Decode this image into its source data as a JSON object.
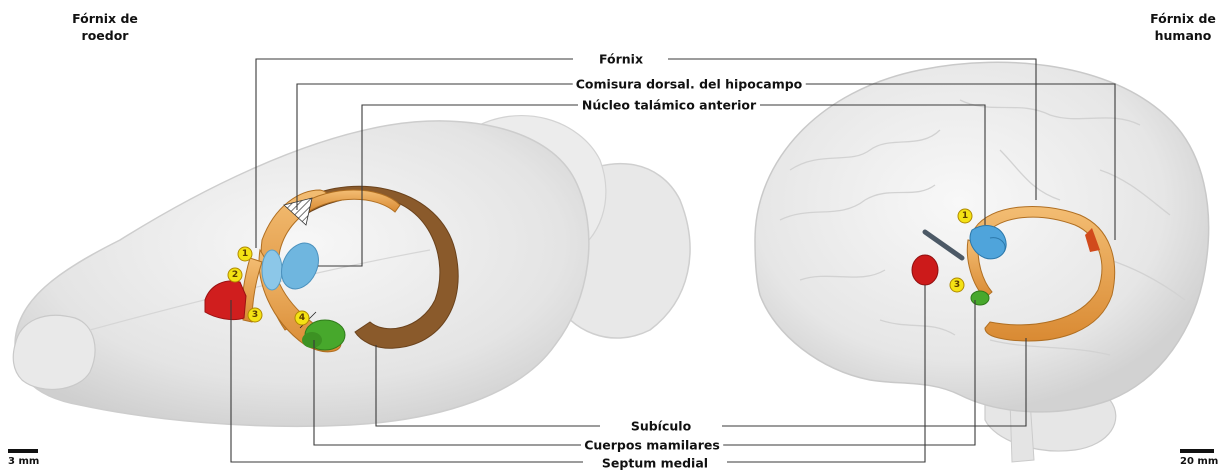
{
  "panels": {
    "left_title": [
      "Fórnix de",
      "roedor"
    ],
    "right_title": [
      "Fórnix de",
      "humano"
    ]
  },
  "labels": {
    "fornix": "Fórnix",
    "dorsal_commissure": "Comisura dorsal. del hipocampo",
    "anterior_thalamic_nucleus": "Núcleo talámico anterior",
    "subiculum": "Subículo",
    "mammillary_bodies": "Cuerpos mamilares",
    "medial_septum": "Septum medial"
  },
  "markers_left": [
    "1",
    "2",
    "3",
    "4"
  ],
  "markers_right": [
    "1",
    "3"
  ],
  "scale_bars": {
    "left": "3 mm",
    "right": "20 mm"
  },
  "colors": {
    "fornix": "#e9a14f",
    "subiculum": "#8a5a2b",
    "thalamus": "#6fb6df",
    "septum": "#d01e1e",
    "mammillary": "#47a82c",
    "marker_fill": "#f4e214",
    "leader_line": "#3a3a3a"
  }
}
